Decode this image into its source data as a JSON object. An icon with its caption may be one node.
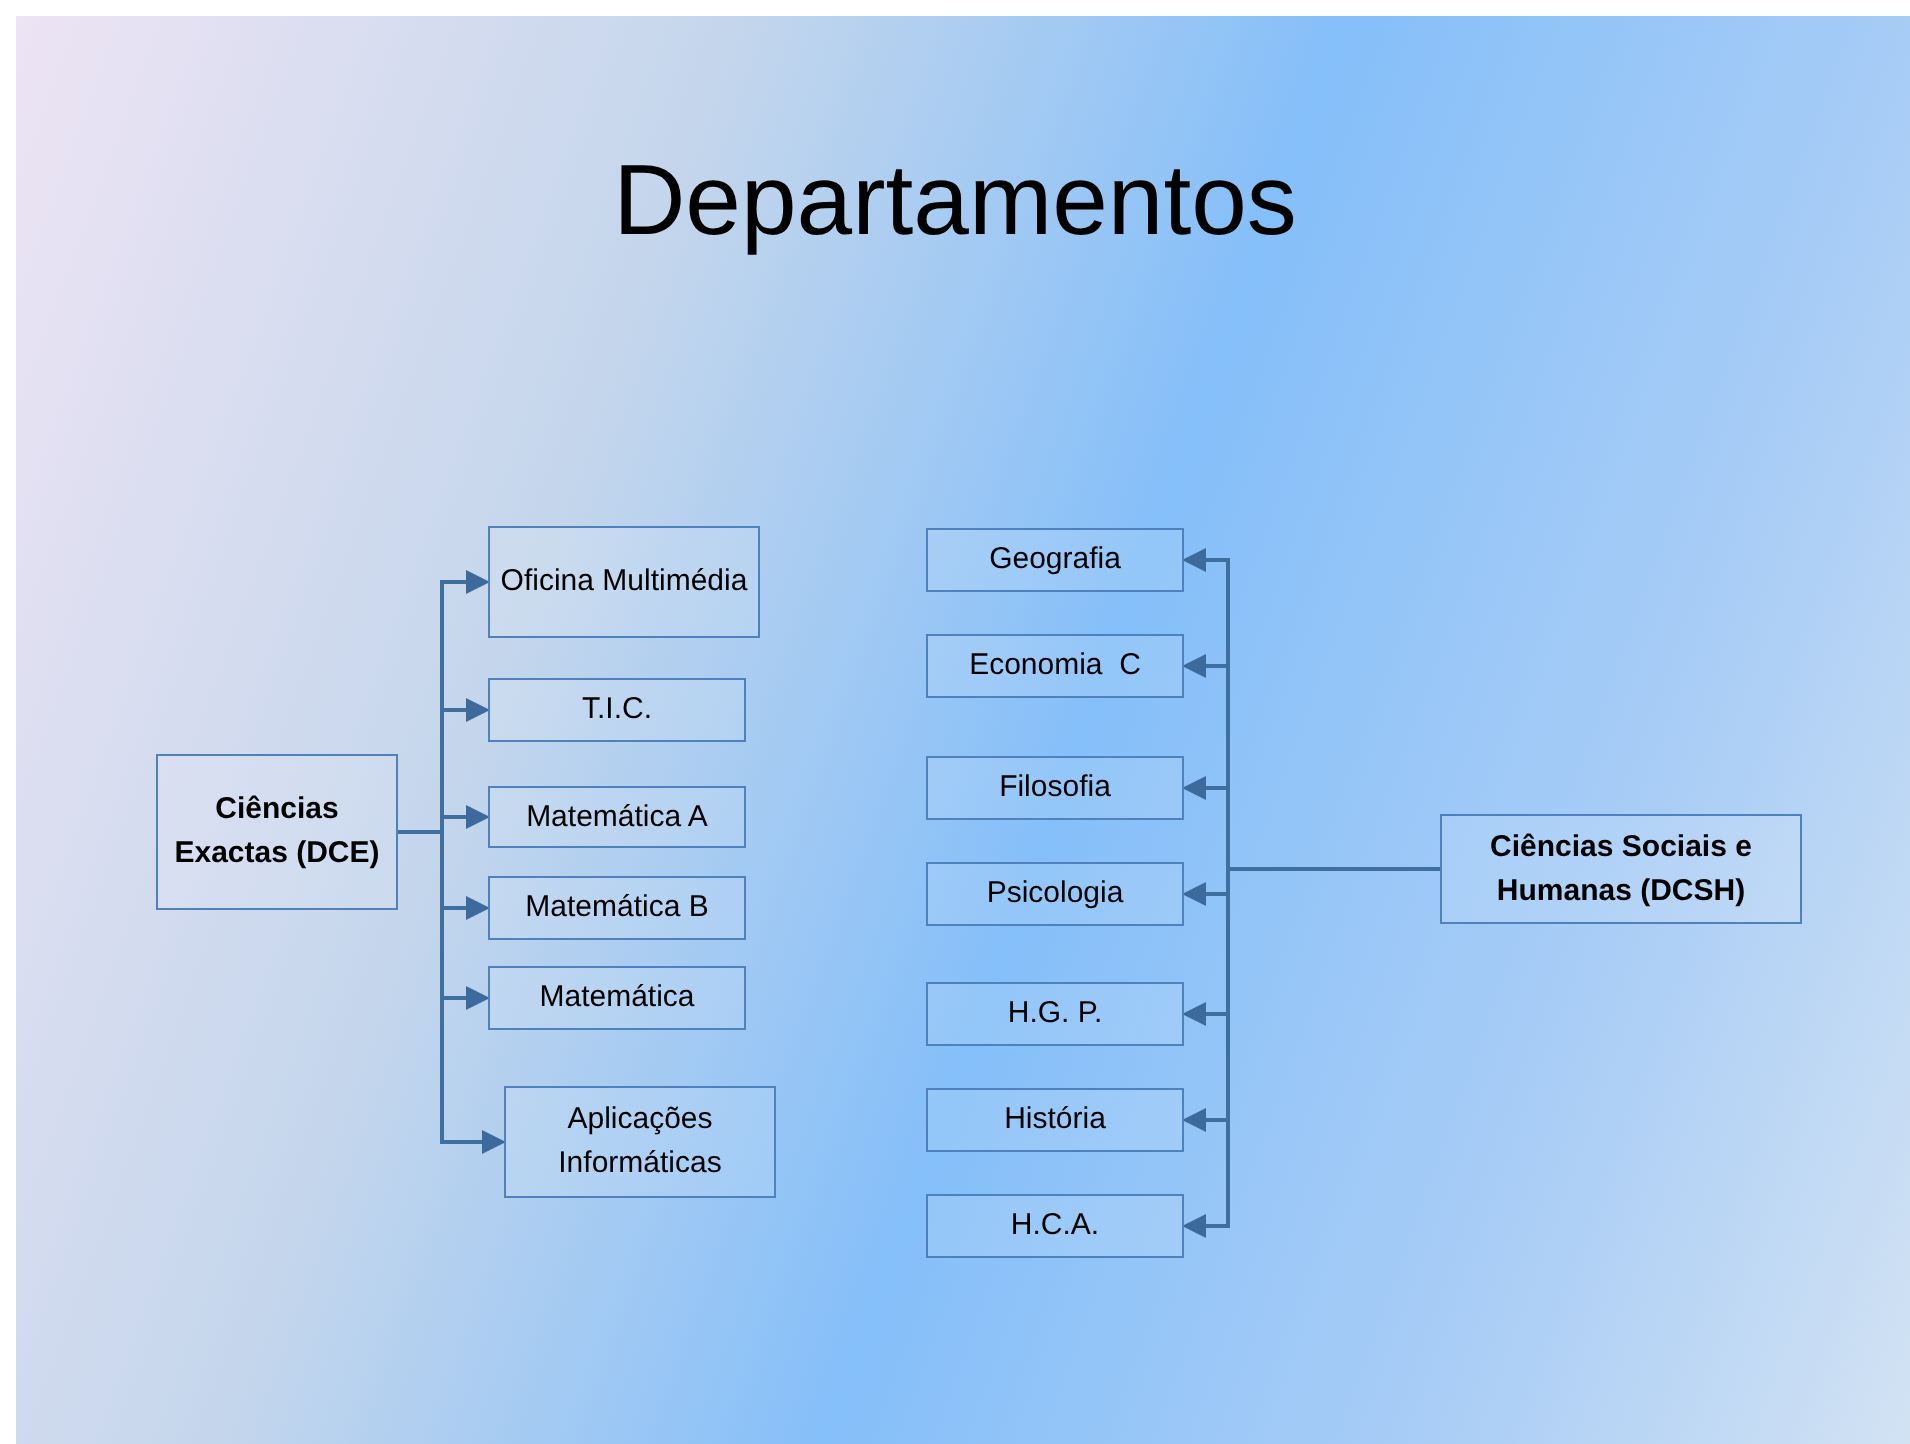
{
  "diagram": {
    "title": "Departamentos",
    "nodes": [
      {
        "text": [
          "Ciências Exactas (DCE)"
        ]
      },
      {
        "text": [
          "Oficina Multimédia"
        ]
      },
      {
        "text": [
          "T.I.C."
        ]
      },
      {
        "text": [
          "Matemática A"
        ]
      },
      {
        "text": [
          "Matemática B"
        ]
      },
      {
        "text": [
          "Matemática"
        ]
      },
      {
        "text": [
          "Aplicações Informáticas"
        ]
      },
      {
        "text": [
          "Ciências Sociais e Humanas (DCSH)"
        ]
      },
      {
        "text": [
          "Geografia"
        ]
      },
      {
        "text": [
          "Economia  C"
        ]
      },
      {
        "text": [
          "Filosofia"
        ]
      },
      {
        "text": [
          "Psicologia"
        ]
      },
      {
        "text": [
          "H.G. P."
        ]
      },
      {
        "text": [
          "História"
        ]
      },
      {
        "text": [
          "H.C.A."
        ]
      }
    ],
    "edges": [
      {
        "from": 0,
        "to": 1,
        "arrow": "to"
      },
      {
        "from": 0,
        "to": 2,
        "arrow": "to"
      },
      {
        "from": 0,
        "to": 3,
        "arrow": "to"
      },
      {
        "from": 0,
        "to": 4,
        "arrow": "to"
      },
      {
        "from": 0,
        "to": 5,
        "arrow": "to"
      },
      {
        "from": 0,
        "to": 6,
        "arrow": "to"
      },
      {
        "from": 7,
        "to": 8,
        "arrow": "to"
      },
      {
        "from": 7,
        "to": 9,
        "arrow": "to"
      },
      {
        "from": 7,
        "to": 10,
        "arrow": "to"
      },
      {
        "from": 7,
        "to": 11,
        "arrow": "to"
      },
      {
        "from": 7,
        "to": 12,
        "arrow": "to"
      },
      {
        "from": 7,
        "to": 13,
        "arrow": "to"
      },
      {
        "from": 7,
        "to": 14,
        "arrow": "to"
      }
    ]
  }
}
